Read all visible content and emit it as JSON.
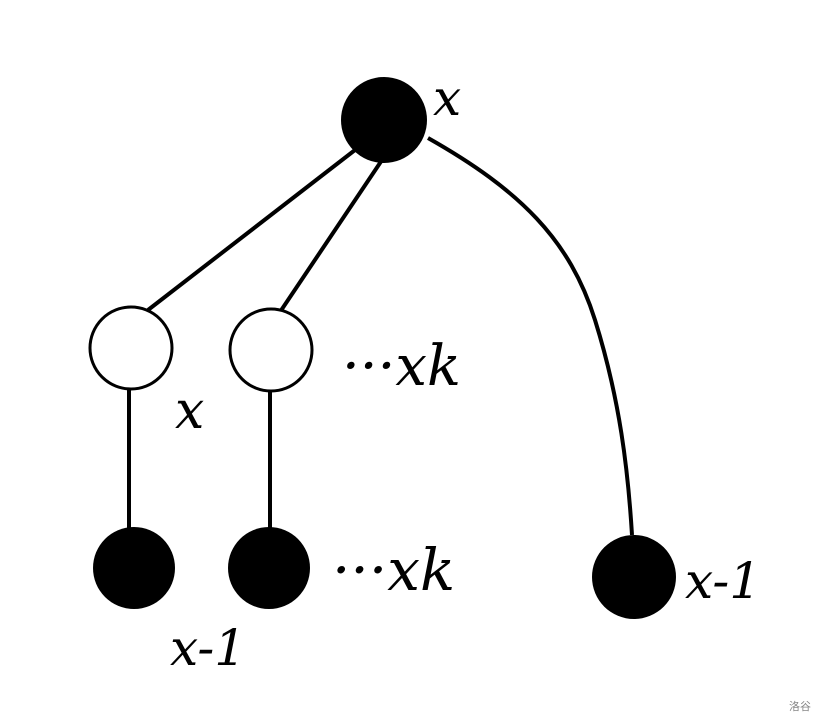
{
  "labels": {
    "root": "x",
    "white_left": "x",
    "white_row_count": "···xk",
    "black_row_count": "···xk",
    "black_left": "x-1",
    "black_right": "x-1"
  },
  "colors": {
    "ink": "#000000",
    "background": "#ffffff"
  },
  "watermark": "洛谷"
}
